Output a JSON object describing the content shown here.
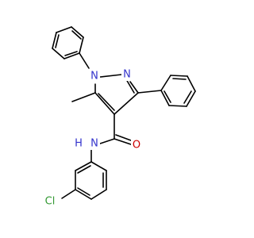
{
  "molecule": {
    "atoms": {
      "n1": "N",
      "n2": "N",
      "o": "O",
      "nh": "N",
      "h": "H",
      "cl": "Cl"
    },
    "colors": {
      "bond": "#000000",
      "nitrogen": "#3333cc",
      "oxygen": "#cc0000",
      "chlorine": "#339933"
    }
  }
}
